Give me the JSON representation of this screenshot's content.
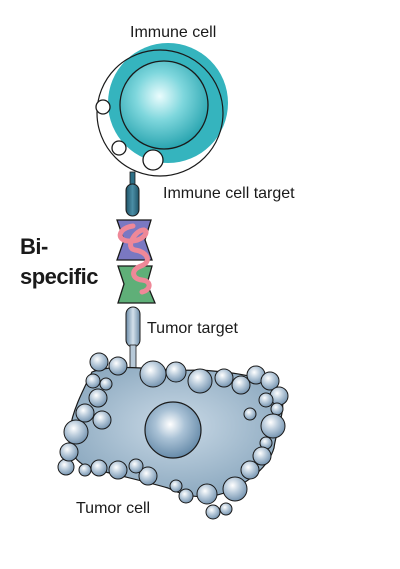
{
  "labels": {
    "immune_cell": "Immune cell",
    "immune_cell_target": "Immune cell target",
    "bispecific_line1": "Bi-",
    "bispecific_line2": "specific",
    "tumor_target": "Tumor target",
    "tumor_cell": "Tumor cell"
  },
  "colors": {
    "immune_halo": "#2fb3bd",
    "nucleus": "#48c2cb",
    "receptor": "#2d6f86",
    "bispecific_top": "#7d76c0",
    "bispecific_bottom": "#5fae7a",
    "linker": "#f08a9a",
    "tumor_body": "#8aa9bf",
    "tumor_bubble": "#9fb6c9",
    "outline": "#1a1a1a"
  }
}
